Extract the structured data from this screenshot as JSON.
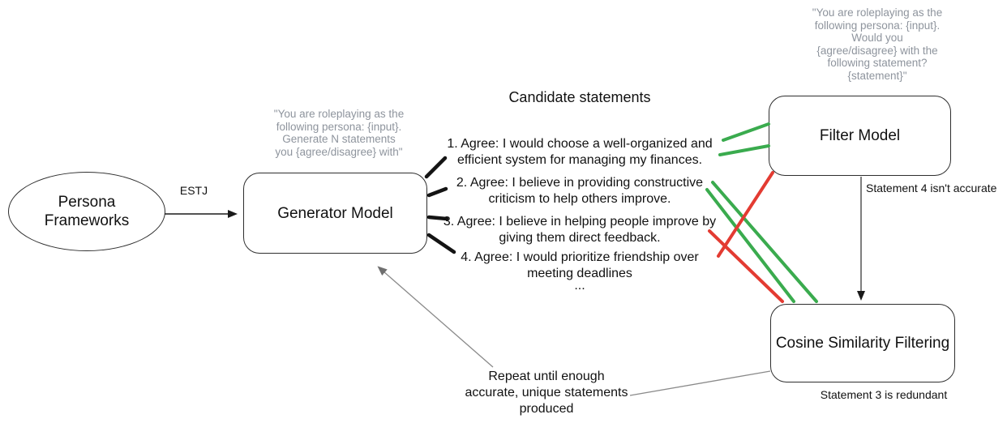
{
  "nodes": {
    "persona": "Persona\nFrameworks",
    "generator": "Generator Model",
    "filter": "Filter Model",
    "cosine": "Cosine Similarity Filtering"
  },
  "prompts": {
    "generator": "\"You are roleplaying as the\nfollowing persona: {input}.\nGenerate N statements\nyou {agree/disagree} with\"",
    "filter": "\"You are roleplaying as the\nfollowing persona: {input}.\nWould you\n{agree/disagree} with the\nfollowing statement?\n{statement}\""
  },
  "labels": {
    "estj": "ESTJ",
    "candidates_title": "Candidate statements",
    "filter_note": "Statement 4 isn't accurate",
    "cosine_note": "Statement 3 is redundant",
    "repeat_note": "Repeat until enough\naccurate, unique statements\nproduced",
    "ellipsis": "..."
  },
  "candidates": {
    "items": [
      "1. Agree: I would choose a well-organized and\nefficient system for managing my finances.",
      "2. Agree: I believe in providing constructive\ncriticism to help others improve.",
      "3. Agree: I believe in helping people improve by\ngiving them direct feedback.",
      "4. Agree: I would prioritize friendship over\nmeeting deadlines"
    ]
  },
  "colors": {
    "accept_green": "#3aab4e",
    "reject_red": "#e33b32",
    "prompt_gray": "#8e949d",
    "connector_gray": "#8a8a8a",
    "line_black": "#1a1a1a"
  }
}
